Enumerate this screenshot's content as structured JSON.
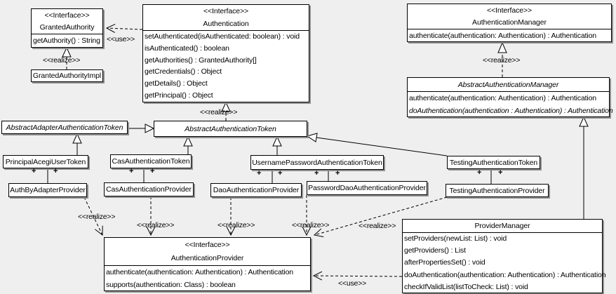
{
  "labels": {
    "plus": "+",
    "use": "<<use>>",
    "realize": "<<realize>>"
  },
  "colors": {
    "background": "#efefef",
    "box_fill": "#ffffff",
    "line": "#000000",
    "shadow": "#8f8f8f"
  },
  "classes": {
    "granted_authority": {
      "stereotype": "<<Interface>>",
      "name": "GrantedAuthority",
      "methods": [
        "getAuthority() : String"
      ]
    },
    "granted_authority_impl": {
      "name": "GrantedAuthorityImpl"
    },
    "authentication": {
      "stereotype": "<<Interface>>",
      "name": "Authentication",
      "methods": [
        "setAuthenticated(isAuthenticated: boolean) : void",
        "isAuthenticated() : boolean",
        "getAuthorities() : GrantedAuthority[]",
        "getCredentials() : Object",
        "getDetails() : Object",
        "getPrincipal() : Object"
      ]
    },
    "authentication_manager": {
      "stereotype": "<<Interface>>",
      "name": "AuthenticationManager",
      "methods": [
        "authenticate(authentication: Authentication) : Authentication"
      ]
    },
    "abstract_authentication_manager": {
      "name": "AbstractAuthenticationManager",
      "methods": [
        "authenticate(authentication: Authentication) : Authentication",
        "doAuthentication(authentication : Authentication) : Authentication"
      ]
    },
    "abstract_adapter_authentication_token": {
      "name": "AbstractAdapterAuthenticationToken"
    },
    "abstract_authentication_token": {
      "name": "AbstractAuthenticationToken"
    },
    "principal_acegi_user_token": {
      "name": "PrincipalAcegiUserToken"
    },
    "cas_authentication_token": {
      "name": "CasAuthenticationToken"
    },
    "username_password_authentication_token": {
      "name": "UsernamePasswordAuthenticationToken"
    },
    "testing_authentication_token": {
      "name": "TestingAuthenticationToken"
    },
    "auth_by_adapter_provider": {
      "name": "AuthByAdapterProvider"
    },
    "cas_authentication_provider": {
      "name": "CasAuthenticationProvider"
    },
    "dao_authentication_provider": {
      "name": "DaoAuthenticationProvider"
    },
    "password_dao_authentication_provider": {
      "name": "PasswordDaoAuthenticationProvider"
    },
    "testing_authentication_provider": {
      "name": "TestingAuthenticationProvider"
    },
    "authentication_provider": {
      "stereotype": "<<Interface>>",
      "name": "AuthenticationProvider",
      "methods": [
        "authenticate(authentication: Authentication) : Authentication",
        "supports(authentication: Class) : boolean"
      ]
    },
    "provider_manager": {
      "name": "ProviderManager",
      "methods": [
        "setProviders(newList: List) : void",
        "getProviders() : List",
        "afterPropertiesSet() : void",
        "doAuthentication(authentication: Authentication) : Authentication",
        "checkIfValidList(listToCheck: List) : void"
      ]
    }
  }
}
